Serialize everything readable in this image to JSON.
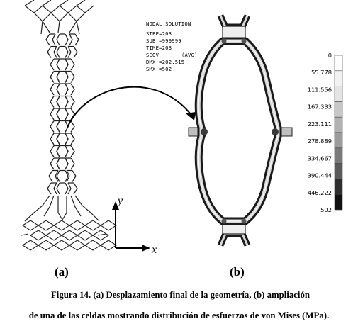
{
  "panel_a": {
    "label": "(a)",
    "axis_y": "y",
    "axis_x": "x"
  },
  "panel_b": {
    "label": "(b)",
    "nodal_solution": {
      "title": "NODAL SOLUTION",
      "step": "STEP=203",
      "sub": "SUB =999999",
      "time": "TIME=203",
      "seqv": "SEQV",
      "avg": "(AVG)",
      "dmx": "DMX =202.515",
      "smx": "SMX =502"
    },
    "legend": {
      "labels": [
        "0",
        "55.778",
        "111.556",
        "167.333",
        "223.111",
        "278.889",
        "334.667",
        "390.444",
        "446.222",
        "502"
      ],
      "colors": [
        "#ffffff",
        "#f2f2f2",
        "#e4e4e4",
        "#c8c8c8",
        "#b2b2b2",
        "#9c9c9c",
        "#7a7a7a",
        "#5a5a5a",
        "#2e2e2e",
        "#111111"
      ]
    }
  },
  "caption": {
    "line1": "Figura 14. (a) Desplazamiento final de la geometría, (b) ampliación",
    "line2": "de una de las celdas mostrando distribución de esfuerzos de von Mises (MPa)."
  }
}
